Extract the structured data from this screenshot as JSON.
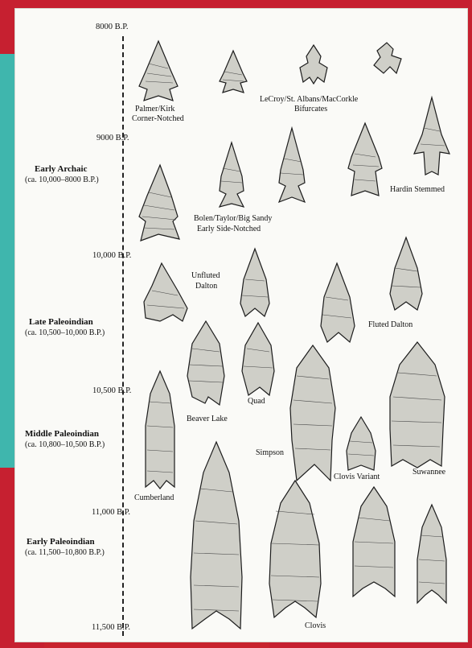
{
  "dates": [
    "8000 B.P.",
    "9000 B.P.",
    "10,000 B.P.",
    "10,500 B.P.",
    "11,000 B.P.",
    "11,500 B.P."
  ],
  "periods": [
    {
      "name": "Early Archaic",
      "range": "(ca. 10,000–8000 B.P.)"
    },
    {
      "name": "Late Paleoindian",
      "range": "(ca. 10,500–10,000 B.P.)"
    },
    {
      "name": "Middle Paleoindian",
      "range": "(ca. 10,800–10,500 B.P.)"
    },
    {
      "name": "Early Paleoindian",
      "range": "(ca. 11,500–10,800 B.P.)"
    }
  ],
  "labels": {
    "palmer_1": "Palmer/Kirk",
    "palmer_2": "Corner-Notched",
    "lecroy_1": "LeCroy/St. Albans/MacCorkle",
    "lecroy_2": "Bifurcates",
    "hardin": "Hardin Stemmed",
    "bolen_1": "Bolen/Taylor/Big Sandy",
    "bolen_2": "Early Side-Notched",
    "unfluted_1": "Unfluted",
    "unfluted_2": "Dalton",
    "fluted_dalton": "Fluted Dalton",
    "quad": "Quad",
    "beaver_lake": "Beaver Lake",
    "simpson": "Simpson",
    "suwannee": "Suwannee",
    "clovis_variant": "Clovis Variant",
    "cumberland": "Cumberland",
    "clovis": "Clovis"
  }
}
